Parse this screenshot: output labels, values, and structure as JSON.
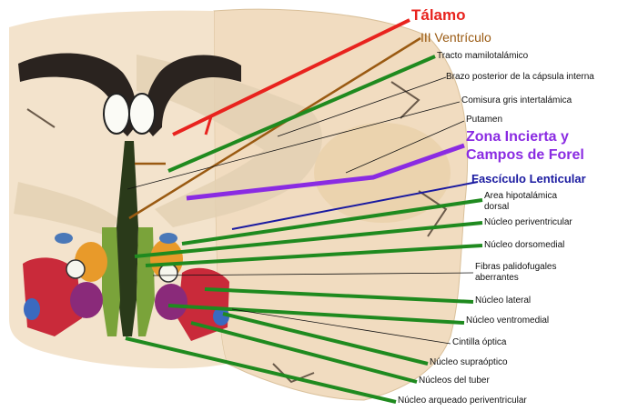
{
  "colors": {
    "talamo": "#e8231e",
    "ventriculo": "#9a5a12",
    "zona": "#8a2be2",
    "fasciculo": "#1a1aa0",
    "green": "#1f8a1f",
    "black": "#111111"
  },
  "labels": {
    "talamo": "Tálamo",
    "ventriculo": "III Ventrículo",
    "tracto": "Tracto mamilotalámico",
    "brazo": "Brazo posterior de la cápsula interna",
    "comisura": "Comisura gris intertalámica",
    "putamen": "Putamen",
    "zona1": "Zona Incierta y",
    "zona2": "Campos de Forel",
    "fasciculo": "Fascículo Lenticular",
    "area1": "Area hipotalámica",
    "area2": "dorsal",
    "periventricular": "Núcleo periventricular",
    "dorsomedial": "Núcleo dorsomedial",
    "fibras1": "Fibras palidofugales",
    "fibras2": "aberrantes",
    "lateral": "Núcleo lateral",
    "ventromedial": "Núcleo ventromedial",
    "cintilla": "Cintilla óptica",
    "supraoptico": "Núcleo supraóptico",
    "tuber": "Núcleos del tuber",
    "arqueado": "Núcleo arqueado periventricular"
  }
}
